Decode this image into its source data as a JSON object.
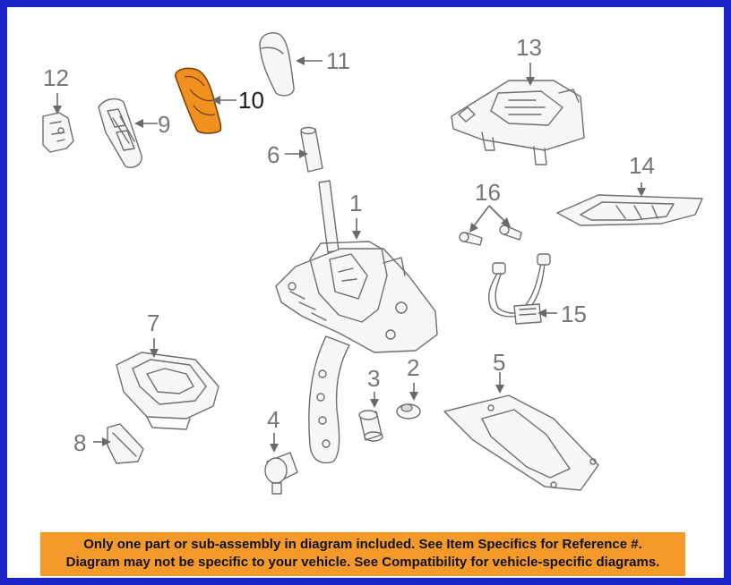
{
  "callouts": [
    {
      "id": "1",
      "label": "1",
      "highlighted": false
    },
    {
      "id": "2",
      "label": "2",
      "highlighted": false
    },
    {
      "id": "3",
      "label": "3",
      "highlighted": false
    },
    {
      "id": "4",
      "label": "4",
      "highlighted": false
    },
    {
      "id": "5",
      "label": "5",
      "highlighted": false
    },
    {
      "id": "6",
      "label": "6",
      "highlighted": false
    },
    {
      "id": "7",
      "label": "7",
      "highlighted": false
    },
    {
      "id": "8",
      "label": "8",
      "highlighted": false
    },
    {
      "id": "9",
      "label": "9",
      "highlighted": false
    },
    {
      "id": "10",
      "label": "10",
      "highlighted": true
    },
    {
      "id": "11",
      "label": "11",
      "highlighted": false
    },
    {
      "id": "12",
      "label": "12",
      "highlighted": false
    },
    {
      "id": "13",
      "label": "13",
      "highlighted": false
    },
    {
      "id": "14",
      "label": "14",
      "highlighted": false
    },
    {
      "id": "15",
      "label": "15",
      "highlighted": false
    },
    {
      "id": "16",
      "label": "16",
      "highlighted": false
    }
  ],
  "notice": {
    "line1": "Only one part or sub-assembly in diagram included. See Item Specifics for Reference #.",
    "line2": "Diagram may not be specific to your vehicle. See Compatibility for vehicle-specific diagrams."
  },
  "colors": {
    "frame_border": "#1a22c8",
    "highlight_part": "#f0901e",
    "notice_background": "#f39a2a",
    "line_art": "#6e6e6e"
  }
}
